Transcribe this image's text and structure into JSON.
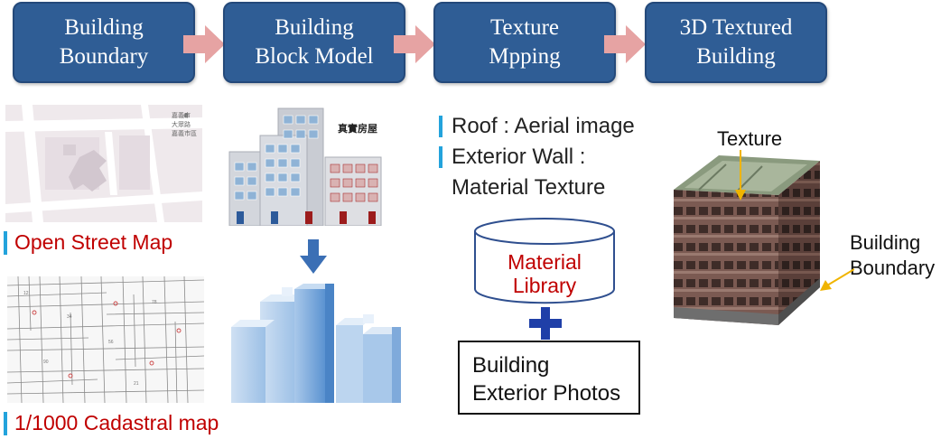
{
  "steps": [
    {
      "line1": "Building",
      "line2": "Boundary"
    },
    {
      "line1": "Building",
      "line2": "Block Model"
    },
    {
      "line1": "Texture",
      "line2": "Mpping"
    },
    {
      "line1": "3D Textured",
      "line2": "Building"
    }
  ],
  "left": {
    "osm_label": "Open Street Map",
    "cadastral_label": "1/1000 Cadastral map",
    "osm_map_text": [
      "嘉義市",
      "大眾路",
      "嘉義市區"
    ]
  },
  "middle": {
    "building_sign": "真實房屋"
  },
  "texture": {
    "roof_line": "Roof : Aerial image",
    "wall_line1": "Exterior Wall :",
    "wall_line2": "Material Texture",
    "library_line1": "Material",
    "library_line2": "Library",
    "photos_line1": "Building",
    "photos_line2": "Exterior Photos"
  },
  "result": {
    "texture_label": "Texture",
    "boundary_line1": "Building",
    "boundary_line2": "Boundary"
  },
  "colors": {
    "step_fill": "#2f5d95",
    "arrow": "#e6a3a3",
    "accent_bar": "#23a3dc",
    "caption_red": "#c00000",
    "library_stroke": "#2f4f8f",
    "plus": "#1f3fa8",
    "annotation_arrow": "#f0b400"
  }
}
